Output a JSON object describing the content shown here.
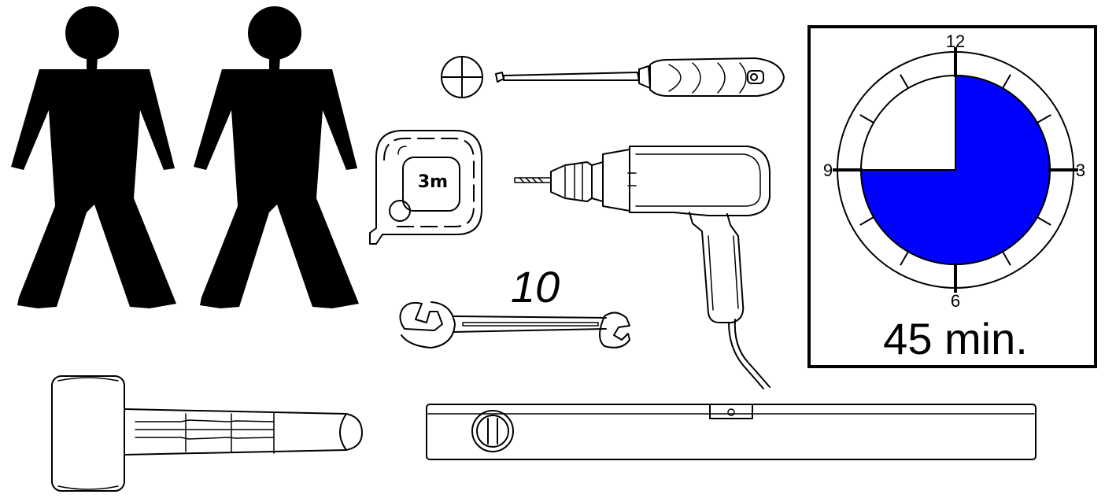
{
  "personnel": {
    "count": 2,
    "icon": "person-icon"
  },
  "tools": [
    {
      "id": "screwdriver",
      "icon": "phillips-screwdriver-icon",
      "head": "phillips-head-icon"
    },
    {
      "id": "tape",
      "icon": "tape-measure-icon",
      "label": "3m"
    },
    {
      "id": "drill",
      "icon": "electric-drill-icon"
    },
    {
      "id": "wrench",
      "icon": "open-end-wrench-icon",
      "size_label": "10"
    },
    {
      "id": "mallet",
      "icon": "rubber-mallet-icon"
    },
    {
      "id": "level",
      "icon": "spirit-level-icon"
    }
  ],
  "timer": {
    "icon": "clock-icon",
    "hour_labels": {
      "top": "12",
      "right": "3",
      "bottom": "6",
      "left": "9"
    },
    "duration_minutes": 45,
    "duration_label": "45 min.",
    "fill_color": "#0000ff"
  }
}
